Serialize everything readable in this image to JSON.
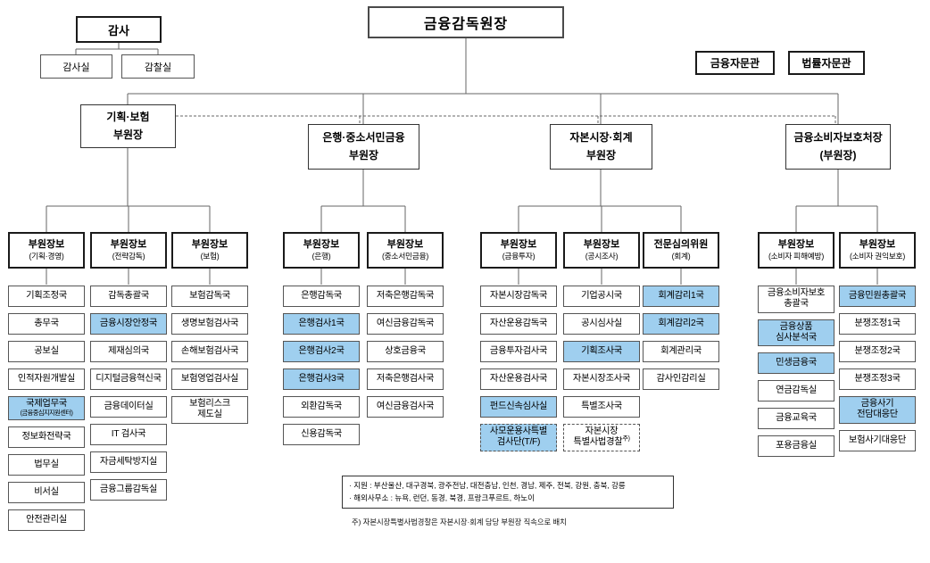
{
  "colors": {
    "highlight": "#9fcfef",
    "border_dark": "#1a1a1a",
    "border_light": "#555555",
    "line": "#666666"
  },
  "audit": {
    "label": "감사",
    "children": [
      {
        "label": "감사실"
      },
      {
        "label": "감찰실"
      }
    ]
  },
  "governor": {
    "label": "금융감독원장"
  },
  "advisors": [
    {
      "label": "금융자문관"
    },
    {
      "label": "법률자문관"
    }
  ],
  "groups": [
    {
      "deputy": {
        "lines": [
          "기획·보험",
          "부원장"
        ]
      },
      "columns": [
        {
          "head": {
            "title": "부원장보",
            "sub": "(기획·경영)"
          },
          "items": [
            {
              "lines": [
                "기획조정국"
              ]
            },
            {
              "lines": [
                "총무국"
              ]
            },
            {
              "lines": [
                "공보실"
              ]
            },
            {
              "lines": [
                "인적자원개발실"
              ]
            },
            {
              "lines": [
                "국제업무국"
              ],
              "sub": "(금융중심지지원센터)",
              "highlight": true
            },
            {
              "lines": [
                "정보화전략국"
              ]
            },
            {
              "lines": [
                "법무실"
              ]
            },
            {
              "lines": [
                "비서실"
              ]
            },
            {
              "lines": [
                "안전관리실"
              ]
            }
          ]
        },
        {
          "head": {
            "title": "부원장보",
            "sub": "(전략감독)"
          },
          "items": [
            {
              "lines": [
                "감독총괄국"
              ]
            },
            {
              "lines": [
                "금융시장안정국"
              ],
              "highlight": true
            },
            {
              "lines": [
                "제재심의국"
              ]
            },
            {
              "lines": [
                "디지털금융혁신국"
              ]
            },
            {
              "lines": [
                "금융데이터실"
              ]
            },
            {
              "lines": [
                "IT 검사국"
              ]
            },
            {
              "lines": [
                "자금세탁방지실"
              ]
            },
            {
              "lines": [
                "금융그룹감독실"
              ]
            }
          ]
        },
        {
          "head": {
            "title": "부원장보",
            "sub": "(보험)"
          },
          "items": [
            {
              "lines": [
                "보험감독국"
              ]
            },
            {
              "lines": [
                "생명보험검사국"
              ]
            },
            {
              "lines": [
                "손해보험검사국"
              ]
            },
            {
              "lines": [
                "보험영업검사실"
              ]
            },
            {
              "lines": [
                "보험리스크",
                "제도실"
              ]
            }
          ]
        }
      ]
    },
    {
      "deputy": {
        "lines": [
          "은행·중소서민금융",
          "부원장"
        ]
      },
      "columns": [
        {
          "head": {
            "title": "부원장보",
            "sub": "(은행)"
          },
          "items": [
            {
              "lines": [
                "은행감독국"
              ]
            },
            {
              "lines": [
                "은행검사1국"
              ],
              "highlight": true
            },
            {
              "lines": [
                "은행검사2국"
              ],
              "highlight": true
            },
            {
              "lines": [
                "은행검사3국"
              ],
              "highlight": true
            },
            {
              "lines": [
                "외환감독국"
              ]
            },
            {
              "lines": [
                "신용감독국"
              ]
            }
          ]
        },
        {
          "head": {
            "title": "부원장보",
            "sub": "(중소서민금융)"
          },
          "items": [
            {
              "lines": [
                "저축은행감독국"
              ]
            },
            {
              "lines": [
                "여신금융감독국"
              ]
            },
            {
              "lines": [
                "상호금융국"
              ]
            },
            {
              "lines": [
                "저축은행검사국"
              ]
            },
            {
              "lines": [
                "여신금융검사국"
              ]
            }
          ]
        }
      ]
    },
    {
      "deputy": {
        "lines": [
          "자본시장·회계",
          "부원장"
        ]
      },
      "columns": [
        {
          "head": {
            "title": "부원장보",
            "sub": "(금융투자)"
          },
          "items": [
            {
              "lines": [
                "자본시장감독국"
              ]
            },
            {
              "lines": [
                "자산운용감독국"
              ]
            },
            {
              "lines": [
                "금융투자검사국"
              ]
            },
            {
              "lines": [
                "자산운용검사국"
              ]
            },
            {
              "lines": [
                "펀드신속심사실"
              ],
              "highlight": true
            },
            {
              "lines": [
                "사모운용사특별",
                "검사단(T/F)"
              ],
              "highlight": true,
              "dashed": true
            }
          ]
        },
        {
          "head": {
            "title": "부원장보",
            "sub": "(공시조사)"
          },
          "items": [
            {
              "lines": [
                "기업공시국"
              ]
            },
            {
              "lines": [
                "공시심사실"
              ]
            },
            {
              "lines": [
                "기획조사국"
              ],
              "highlight": true
            },
            {
              "lines": [
                "자본시장조사국"
              ]
            },
            {
              "lines": [
                "특별조사국"
              ]
            },
            {
              "lines": [
                "자본시장",
                "특별사법경찰"
              ],
              "note": "주)",
              "dashed": true
            }
          ]
        },
        {
          "head": {
            "title": "전문심의위원",
            "sub": "(회계)"
          },
          "items": [
            {
              "lines": [
                "회계감리1국"
              ],
              "highlight": true
            },
            {
              "lines": [
                "회계감리2국"
              ],
              "highlight": true
            },
            {
              "lines": [
                "회계관리국"
              ]
            },
            {
              "lines": [
                "감사인감리실"
              ]
            }
          ]
        }
      ]
    },
    {
      "deputy": {
        "lines": [
          "금융소비자보호처장",
          "(부원장)"
        ]
      },
      "columns": [
        {
          "head": {
            "title": "부원장보",
            "sub": "(소비자 피해예방)"
          },
          "items": [
            {
              "lines": [
                "금융소비자보호",
                "총괄국"
              ]
            },
            {
              "lines": [
                "금융상품",
                "심사분석국"
              ],
              "highlight": true
            },
            {
              "lines": [
                "민생금융국"
              ],
              "highlight": true
            },
            {
              "lines": [
                "연금감독실"
              ]
            },
            {
              "lines": [
                "금융교육국"
              ]
            },
            {
              "lines": [
                "포용금융실"
              ]
            }
          ]
        },
        {
          "head": {
            "title": "부원장보",
            "sub": "(소비자 권익보호)"
          },
          "items": [
            {
              "lines": [
                "금융민원총괄국"
              ],
              "highlight": true
            },
            {
              "lines": [
                "분쟁조정1국"
              ]
            },
            {
              "lines": [
                "분쟁조정2국"
              ]
            },
            {
              "lines": [
                "분쟁조정3국"
              ]
            },
            {
              "lines": [
                "금융사기",
                "전담대응단"
              ],
              "highlight": true
            },
            {
              "lines": [
                "보험사기대응단"
              ]
            }
          ]
        }
      ]
    }
  ],
  "footer": {
    "lines": [
      "· 지원 : 부산울산, 대구경북, 광주전남, 대전충남, 인천, 경남, 제주, 전북, 강원, 충북, 강릉",
      "· 해외사무소 : 뉴욕, 런던, 동경, 북경, 프랑크푸르트, 하노이"
    ],
    "footnote": "주) 자본시장특별사법경찰은 자본시장·회계 담당 부원장 직속으로 배치"
  }
}
